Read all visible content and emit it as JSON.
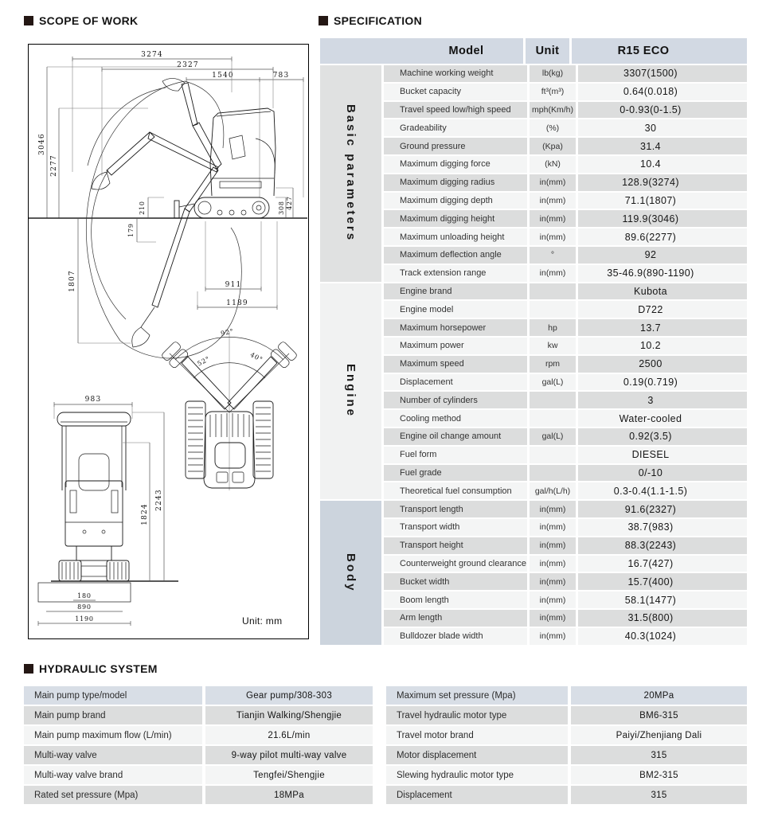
{
  "page": {
    "scope_title": "SCOPE OF WORK",
    "spec_title": "SPECIFICATION",
    "hydraulic_title": "HYDRAULIC SYSTEM"
  },
  "colors": {
    "header_bg": "#d2d9e3",
    "row_dark": "#dcdddd",
    "row_light": "#f4f5f5",
    "hyd_first": "#d8dee6",
    "title_square": "#241714"
  },
  "drawing": {
    "unit_note": "Unit: mm",
    "side": {
      "top_dims": [
        "3274",
        "2327",
        "1540",
        "783"
      ],
      "left_dims": [
        "3046",
        "2277"
      ],
      "mid_dims": [
        "210",
        "179"
      ],
      "depth_dim": "1807",
      "bottom_dims": [
        "911",
        "1189"
      ],
      "right_dims": [
        "308",
        "427"
      ]
    },
    "rear": {
      "width_dim": "983",
      "height_dims": [
        "1824",
        "2243"
      ],
      "bottom_dims": [
        "180",
        "890",
        "1190"
      ]
    },
    "top": {
      "angle_dims": [
        "92°",
        "40°",
        "52°"
      ]
    }
  },
  "spec_table": {
    "headers": {
      "model": "Model",
      "unit": "Unit",
      "value": "R15 ECO"
    },
    "groups": [
      {
        "name": "Basic parameters",
        "color": "#e0e1e1",
        "rows": [
          [
            "Machine working weight",
            "lb(kg)",
            "3307(1500)"
          ],
          [
            "Bucket capacity",
            "ft³(m³)",
            "0.64(0.018)"
          ],
          [
            "Travel speed low/high speed",
            "mph(Km/h)",
            "0-0.93(0-1.5)"
          ],
          [
            "Gradeability",
            "(%)",
            "30"
          ],
          [
            "Ground pressure",
            "(Kpa)",
            "31.4"
          ],
          [
            "Maximum digging force",
            "(kN)",
            "10.4"
          ],
          [
            "Maximum digging radius",
            "in(mm)",
            "128.9(3274)"
          ],
          [
            "Maximum digging depth",
            "in(mm)",
            "71.1(1807)"
          ],
          [
            "Maximum digging height",
            "in(mm)",
            "119.9(3046)"
          ],
          [
            "Maximum unloading height",
            "in(mm)",
            "89.6(2277)"
          ],
          [
            "Maximum deflection angle",
            "°",
            "92"
          ],
          [
            "Track extension range",
            "in(mm)",
            "35-46.9(890-1190)"
          ]
        ]
      },
      {
        "name": "Engine",
        "color": "#f1f2f2",
        "rows": [
          [
            "Engine brand",
            "",
            "Kubota"
          ],
          [
            "Engine model",
            "",
            "D722"
          ],
          [
            "Maximum horsepower",
            "hp",
            "13.7"
          ],
          [
            "Maximum power",
            "kw",
            "10.2"
          ],
          [
            "Maximum speed",
            "rpm",
            "2500"
          ],
          [
            "Displacement",
            "gal(L)",
            "0.19(0.719)"
          ],
          [
            "Number of cylinders",
            "",
            "3"
          ],
          [
            "Cooling method",
            "",
            "Water-cooled"
          ],
          [
            "Engine oil change amount",
            "gal(L)",
            "0.92(3.5)"
          ],
          [
            "Fuel form",
            "",
            "DIESEL"
          ],
          [
            "Fuel grade",
            "",
            "0/-10"
          ],
          [
            "Theoretical fuel consumption",
            "gal/h(L/h)",
            "0.3-0.4(1.1-1.5)"
          ]
        ]
      },
      {
        "name": "Body",
        "color": "#ccd4dd",
        "rows": [
          [
            "Transport length",
            "in(mm)",
            "91.6(2327)"
          ],
          [
            "Transport width",
            "in(mm)",
            "38.7(983)"
          ],
          [
            "Transport height",
            "in(mm)",
            "88.3(2243)"
          ],
          [
            "Counterweight ground clearance",
            "in(mm)",
            "16.7(427)"
          ],
          [
            "Bucket width",
            "in(mm)",
            "15.7(400)"
          ],
          [
            "Boom length",
            "in(mm)",
            "58.1(1477)"
          ],
          [
            "Arm length",
            "in(mm)",
            "31.5(800)"
          ],
          [
            "Bulldozer blade width",
            "in(mm)",
            "40.3(1024)"
          ]
        ]
      }
    ]
  },
  "hydraulic": {
    "left_rows": [
      {
        "label": "Main pump type/model",
        "value": "Gear pump/308-303"
      },
      {
        "label": "Main pump brand",
        "value": "Tianjin Walking/Shengjie"
      },
      {
        "label": "Main pump maximum flow (L/min)",
        "value": "21.6L/min"
      },
      {
        "label": "Multi-way valve",
        "value": "9-way pilot multi-way valve"
      },
      {
        "label": "Multi-way valve brand",
        "value": "Tengfei/Shengjie"
      },
      {
        "label": "Rated set pressure (Mpa)",
        "value": "18MPa"
      }
    ],
    "right_rows": [
      {
        "label": "Maximum set pressure (Mpa)",
        "value": "20MPa"
      },
      {
        "label": "Travel hydraulic motor type",
        "value": "BM6-315"
      },
      {
        "label": "Travel motor brand",
        "value": "Paiyi/Zhenjiang Dali"
      },
      {
        "label": "Motor displacement",
        "value": "315"
      },
      {
        "label": "Slewing hydraulic motor type",
        "value": "BM2-315"
      },
      {
        "label": "Displacement",
        "value": "315"
      }
    ]
  }
}
